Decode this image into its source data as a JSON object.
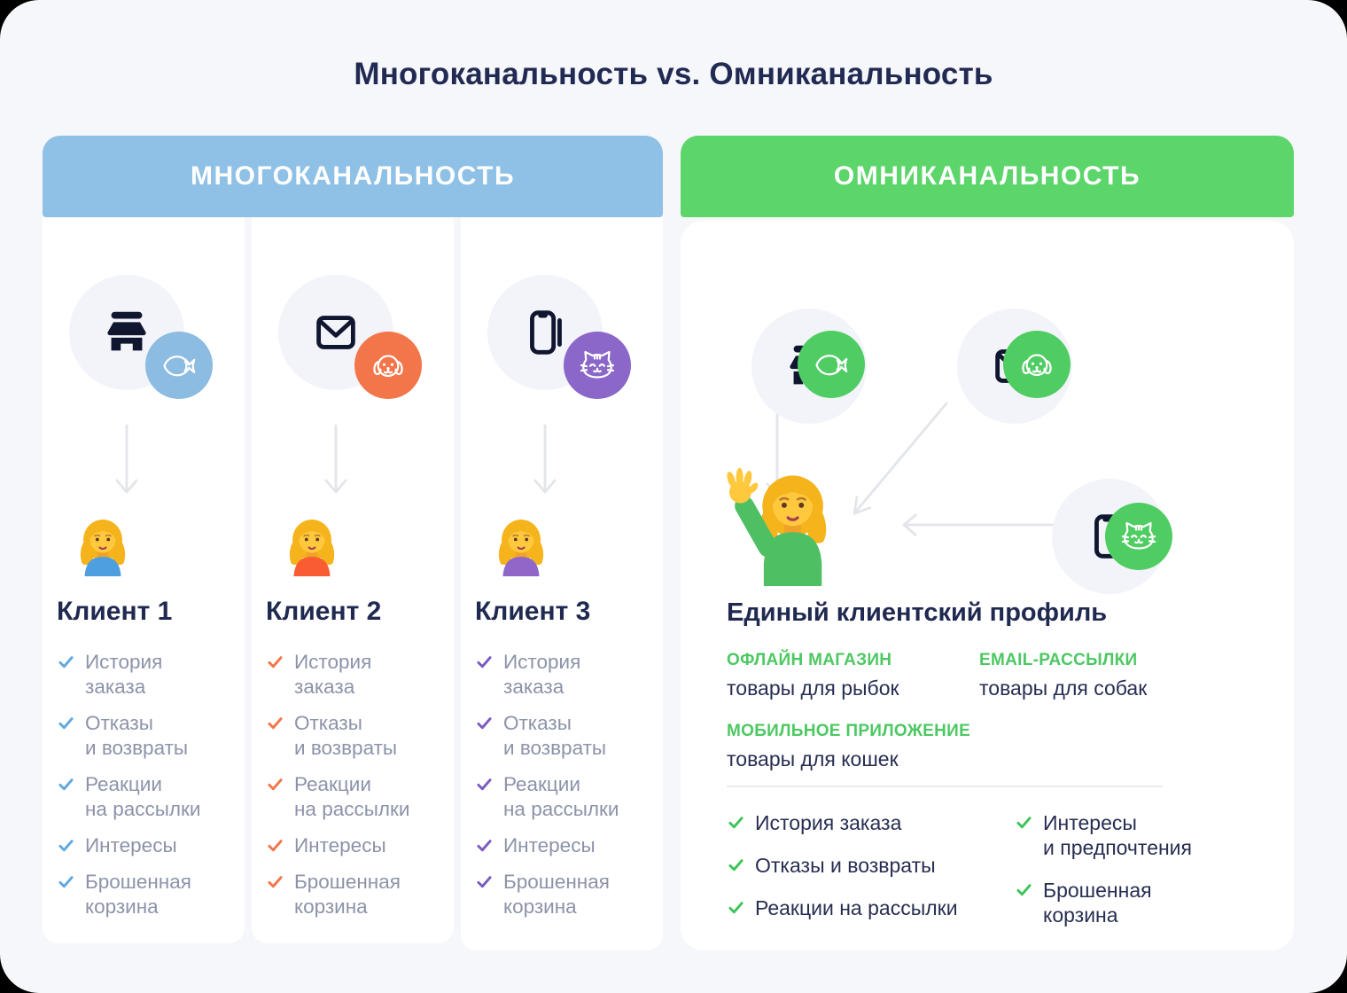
{
  "title": "Многоканальность vs. Омниканальность",
  "colors": {
    "canvas_bg": "#F6F7FA",
    "card_bg": "#FFFFFF",
    "navy_text": "#202950",
    "gray_list_text": "#8C93A9",
    "blue_accent": "#8FC0E5",
    "orange_accent": "#F3754A",
    "purple_accent": "#8A67C8",
    "green_accent": "#5CD56A",
    "green_label": "#4DC862",
    "arrow_gray": "#E2E5EA"
  },
  "multichannel": {
    "header": "МНОГОКАНАЛЬНОСТЬ",
    "columns": [
      {
        "channel_icon": "store-icon",
        "animal_icon": "fish-icon",
        "accent": "#8CBCE2",
        "client": "Клиент 1",
        "items": [
          "История\nзаказа",
          "Отказы\nи возвраты",
          "Реакции\nна рассылки",
          "Интересы",
          "Брошенная\nкорзина"
        ]
      },
      {
        "channel_icon": "envelope-icon",
        "animal_icon": "dog-icon",
        "accent": "#F3754A",
        "client": "Клиент 2",
        "items": [
          "История\nзаказа",
          "Отказы\nи возвраты",
          "Реакции\nна рассылки",
          "Интересы",
          "Брошенная\nкорзина"
        ]
      },
      {
        "channel_icon": "phone-icon",
        "animal_icon": "cat-icon",
        "accent": "#8A67C8",
        "client": "Клиент 3",
        "items": [
          "История\nзаказа",
          "Отказы\nи возвраты",
          "Реакции\nна рассылки",
          "Интересы",
          "Брошенная\nкорзина"
        ]
      }
    ]
  },
  "omnichannel": {
    "header": "ОМНИКАНАЛЬНОСТЬ",
    "profile_title": "Единый клиентский профиль",
    "channels": [
      {
        "label": "ОФЛАЙН МАГАЗИН",
        "value": "товары для рыбок"
      },
      {
        "label": "EMAIL-РАССЫЛКИ",
        "value": "товары для собак"
      },
      {
        "label": "МОБИЛЬНОЕ ПРИЛОЖЕНИЕ",
        "value": "товары для кошек"
      }
    ],
    "checklist_left": [
      "История заказа",
      "Отказы и возвраты",
      "Реакции на рассылки"
    ],
    "checklist_right": [
      "Интересы\nи предпочтения",
      "Брошенная\nкорзина"
    ]
  }
}
